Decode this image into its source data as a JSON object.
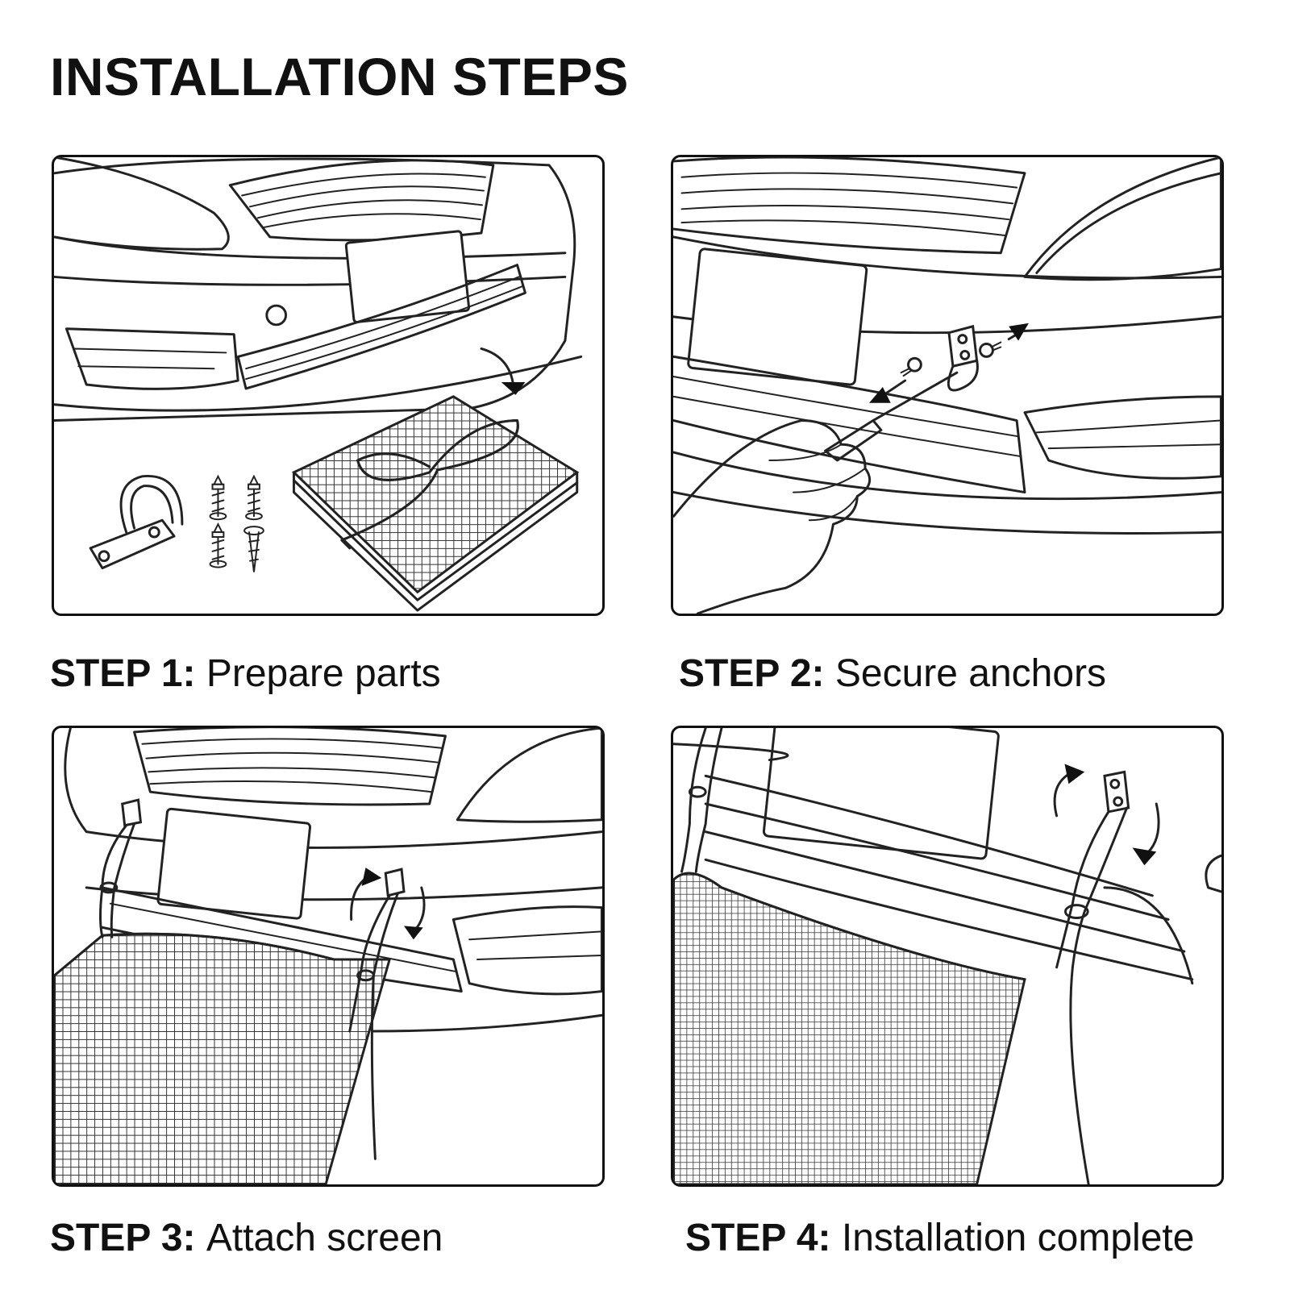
{
  "title": "INSTALLATION STEPS",
  "steps": [
    {
      "label": "STEP 1:",
      "text": "Prepare parts"
    },
    {
      "label": "STEP 2:",
      "text": "Secure anchors"
    },
    {
      "label": "STEP 3:",
      "text": "Attach screen"
    },
    {
      "label": "STEP 4:",
      "text": "Installation complete"
    }
  ],
  "colors": {
    "ink": "#111111",
    "background": "#ffffff",
    "mesh": "#333333"
  }
}
